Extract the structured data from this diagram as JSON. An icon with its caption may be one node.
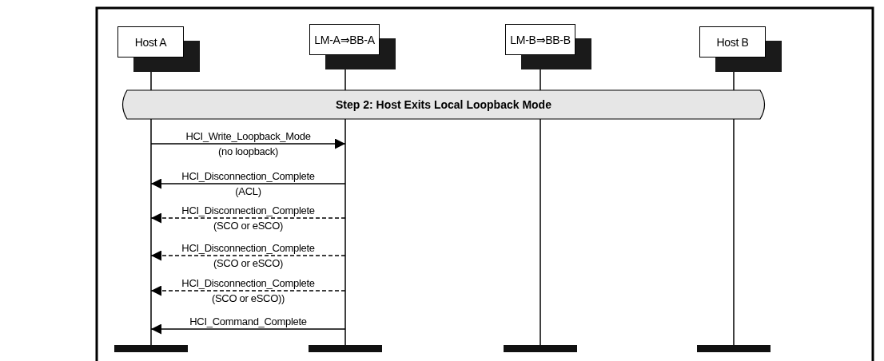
{
  "diagram": {
    "nodes": [
      {
        "text": [
          "Host A"
        ]
      },
      {
        "text": [
          "LM-A⇒BB-A"
        ]
      },
      {
        "text": [
          "LM-B⇒BB-B"
        ]
      },
      {
        "text": [
          "Host B"
        ]
      },
      {
        "text": [
          "Step 2: Host Exits Local Loopback Mode"
        ]
      }
    ],
    "edges": [
      {
        "from": 0,
        "to": 1,
        "arrow": "to",
        "label": "HCI_Write_Loopback_Mode"
      },
      {
        "from": 1,
        "to": 0,
        "arrow": "to",
        "label": "HCI_Disconnection_Complete"
      },
      {
        "from": 1,
        "to": 0,
        "arrow": "to",
        "label": "HCI_Disconnection_Complete",
        "style": "dashed"
      },
      {
        "from": 1,
        "to": 0,
        "arrow": "to",
        "label": "HCI_Disconnection_Complete",
        "style": "dashed"
      },
      {
        "from": 1,
        "to": 0,
        "arrow": "to",
        "label": "HCI_Disconnection_Complete",
        "style": "dashed"
      },
      {
        "from": 1,
        "to": 0,
        "arrow": "to",
        "label": "HCI_Command_Complete"
      }
    ],
    "labels": [
      "(no  loopback)",
      "(ACL)",
      "(SCO or eSCO)",
      "(SCO or eSCO)",
      "(SCO or eSCO))"
    ]
  }
}
